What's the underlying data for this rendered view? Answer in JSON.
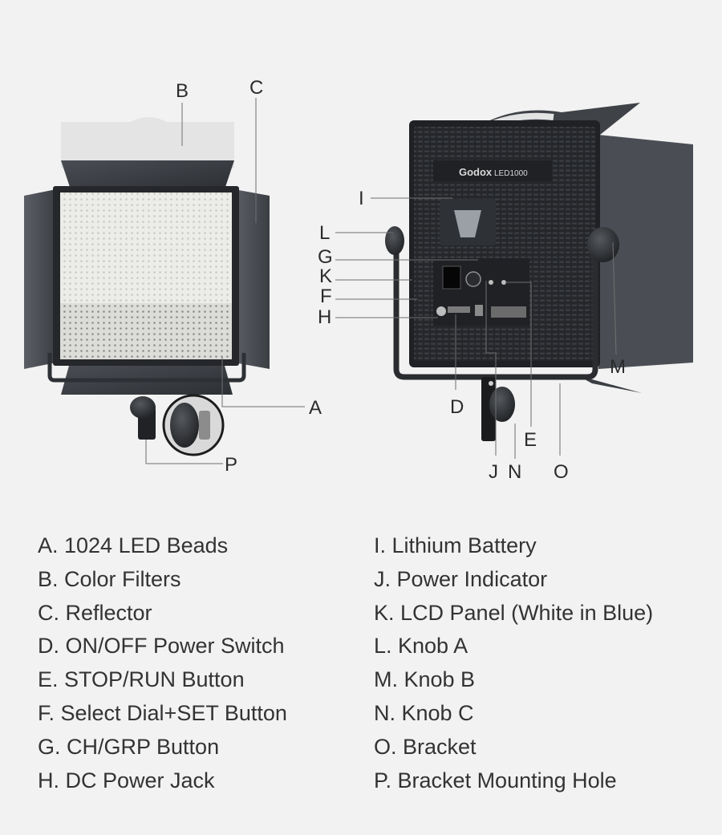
{
  "callouts": {
    "A": "A",
    "B": "B",
    "C": "C",
    "D": "D",
    "E": "E",
    "F": "F",
    "G": "G",
    "H": "H",
    "I": "I",
    "J": "J",
    "K": "K",
    "L": "L",
    "M": "M",
    "N": "N",
    "O": "O",
    "P": "P"
  },
  "device": {
    "brand_logo": "Godox",
    "model_label": "LED1000"
  },
  "legend": {
    "left": [
      "A. 1024 LED Beads",
      "B. Color Filters",
      "C. Reflector",
      "D. ON/OFF Power Switch",
      "E. STOP/RUN Button",
      "F. Select Dial+SET Button",
      "G. CH/GRP Button",
      "H. DC Power Jack"
    ],
    "right": [
      "I. Lithium Battery",
      "J. Power Indicator",
      "K. LCD Panel (White in Blue)",
      "L. Knob A",
      "M. Knob B",
      "N. Knob C",
      "O. Bracket",
      "P. Bracket Mounting Hole"
    ]
  },
  "colors": {
    "background": "#f2f2f2",
    "panel_body": "#2a2c2f",
    "barndoor": "#3a3d42",
    "led_face": "#e9e9e6",
    "leader_line": "#6f6f6f",
    "text": "#333333"
  }
}
